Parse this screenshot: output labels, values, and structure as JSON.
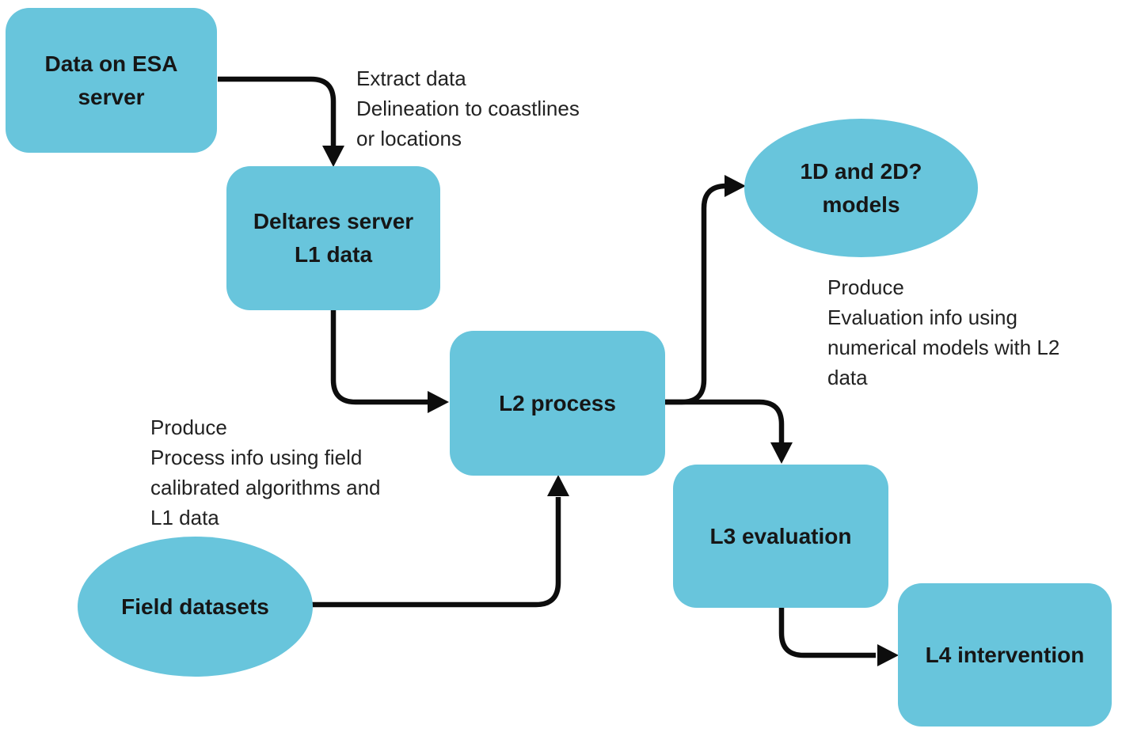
{
  "colors": {
    "node_fill": "#68c5dc",
    "arrow": "#0d0d0d",
    "node_text": "#161616",
    "annotation_text": "#222222",
    "background": "#ffffff"
  },
  "nodes": {
    "esa": {
      "shape": "rounded-rectangle",
      "lines": [
        "Data on ESA",
        "server"
      ]
    },
    "deltares": {
      "shape": "rounded-rectangle",
      "lines": [
        "Deltares server",
        "L1 data"
      ]
    },
    "l2": {
      "shape": "rounded-rectangle",
      "lines": [
        "L2 process"
      ]
    },
    "models": {
      "shape": "ellipse",
      "lines": [
        "1D and 2D?",
        "models"
      ]
    },
    "field": {
      "shape": "ellipse",
      "lines": [
        "Field datasets"
      ]
    },
    "l3": {
      "shape": "rounded-rectangle",
      "lines": [
        "L3 evaluation"
      ]
    },
    "l4": {
      "shape": "rounded-rectangle",
      "lines": [
        "L4 intervention"
      ]
    }
  },
  "annotations": {
    "extract": {
      "lines": [
        "Extract data",
        "Delineation to coastlines",
        "or locations"
      ]
    },
    "produce_process": {
      "lines": [
        "Produce",
        "Process info using field",
        "calibrated algorithms and",
        "L1 data"
      ]
    },
    "produce_eval": {
      "lines": [
        "Produce",
        "Evaluation info using",
        "numerical models with L2",
        "data"
      ]
    }
  },
  "edges": [
    {
      "from": "esa",
      "to": "deltares"
    },
    {
      "from": "deltares",
      "to": "l2"
    },
    {
      "from": "field",
      "to": "l2"
    },
    {
      "from": "l2",
      "to": "models"
    },
    {
      "from": "l2",
      "to": "l3"
    },
    {
      "from": "l3",
      "to": "l4"
    }
  ]
}
